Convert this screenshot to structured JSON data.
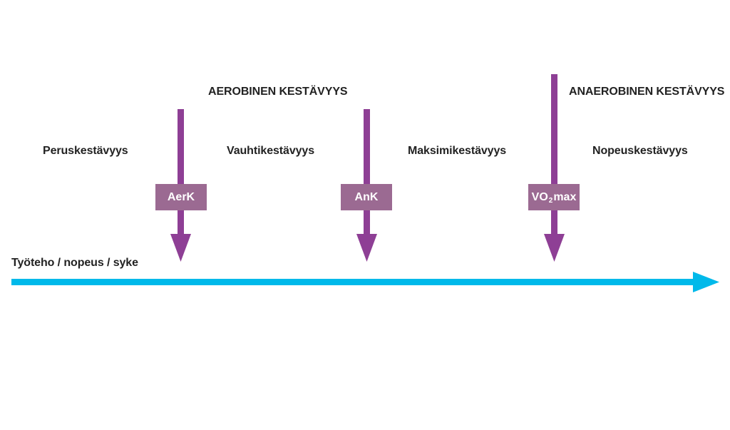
{
  "headings": {
    "aerobic": "AEROBINEN KESTÄVYYS",
    "anaerobic": "ANAEROBINEN KESTÄVYYS"
  },
  "zones": {
    "basic": "Peruskestävyys",
    "tempo": "Vauhtikestävyys",
    "max": "Maksimikestävyys",
    "speed": "Nopeuskestävyys"
  },
  "thresholds": {
    "aerk": "AerK",
    "ank": "AnK",
    "vo2_prefix": "VO",
    "vo2_sub": "2",
    "vo2_suffix": "max"
  },
  "axis": {
    "label": "Työteho / nopeus / syke"
  },
  "colors": {
    "threshold_arrow": "#8e3f95",
    "threshold_box": "#9b6a92",
    "axis_arrow": "#00b9ea",
    "text": "#222222"
  }
}
